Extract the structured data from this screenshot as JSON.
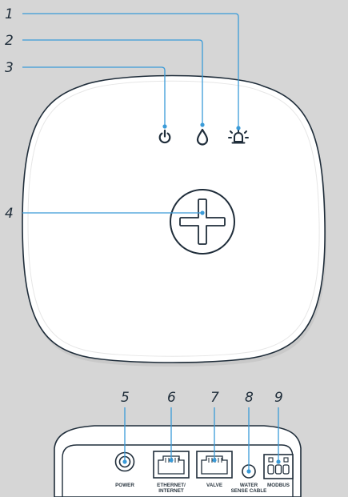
{
  "callouts": {
    "c1": "1",
    "c2": "2",
    "c3": "3",
    "c4": "4",
    "c5": "5",
    "c6": "6",
    "c7": "7",
    "c8": "8",
    "c9": "9"
  },
  "ports": {
    "power": "POWER",
    "ethernet_line1": "ETHERNET/",
    "ethernet_line2": "INTERNET",
    "valve": "VALVE",
    "water_line1": "WATER",
    "water_line2": "SENSE CABLE",
    "modbus": "MODBUS"
  },
  "icons": {
    "indicator_1": "alarm-bell-icon",
    "indicator_2": "water-drop-icon",
    "indicator_3": "power-icon",
    "button_4": "plus-button-icon"
  },
  "colors": {
    "background": "#d6d6d6",
    "device_body": "#ffffff",
    "outline": "#1f2d3a",
    "leader_line": "#3a9bd8"
  }
}
